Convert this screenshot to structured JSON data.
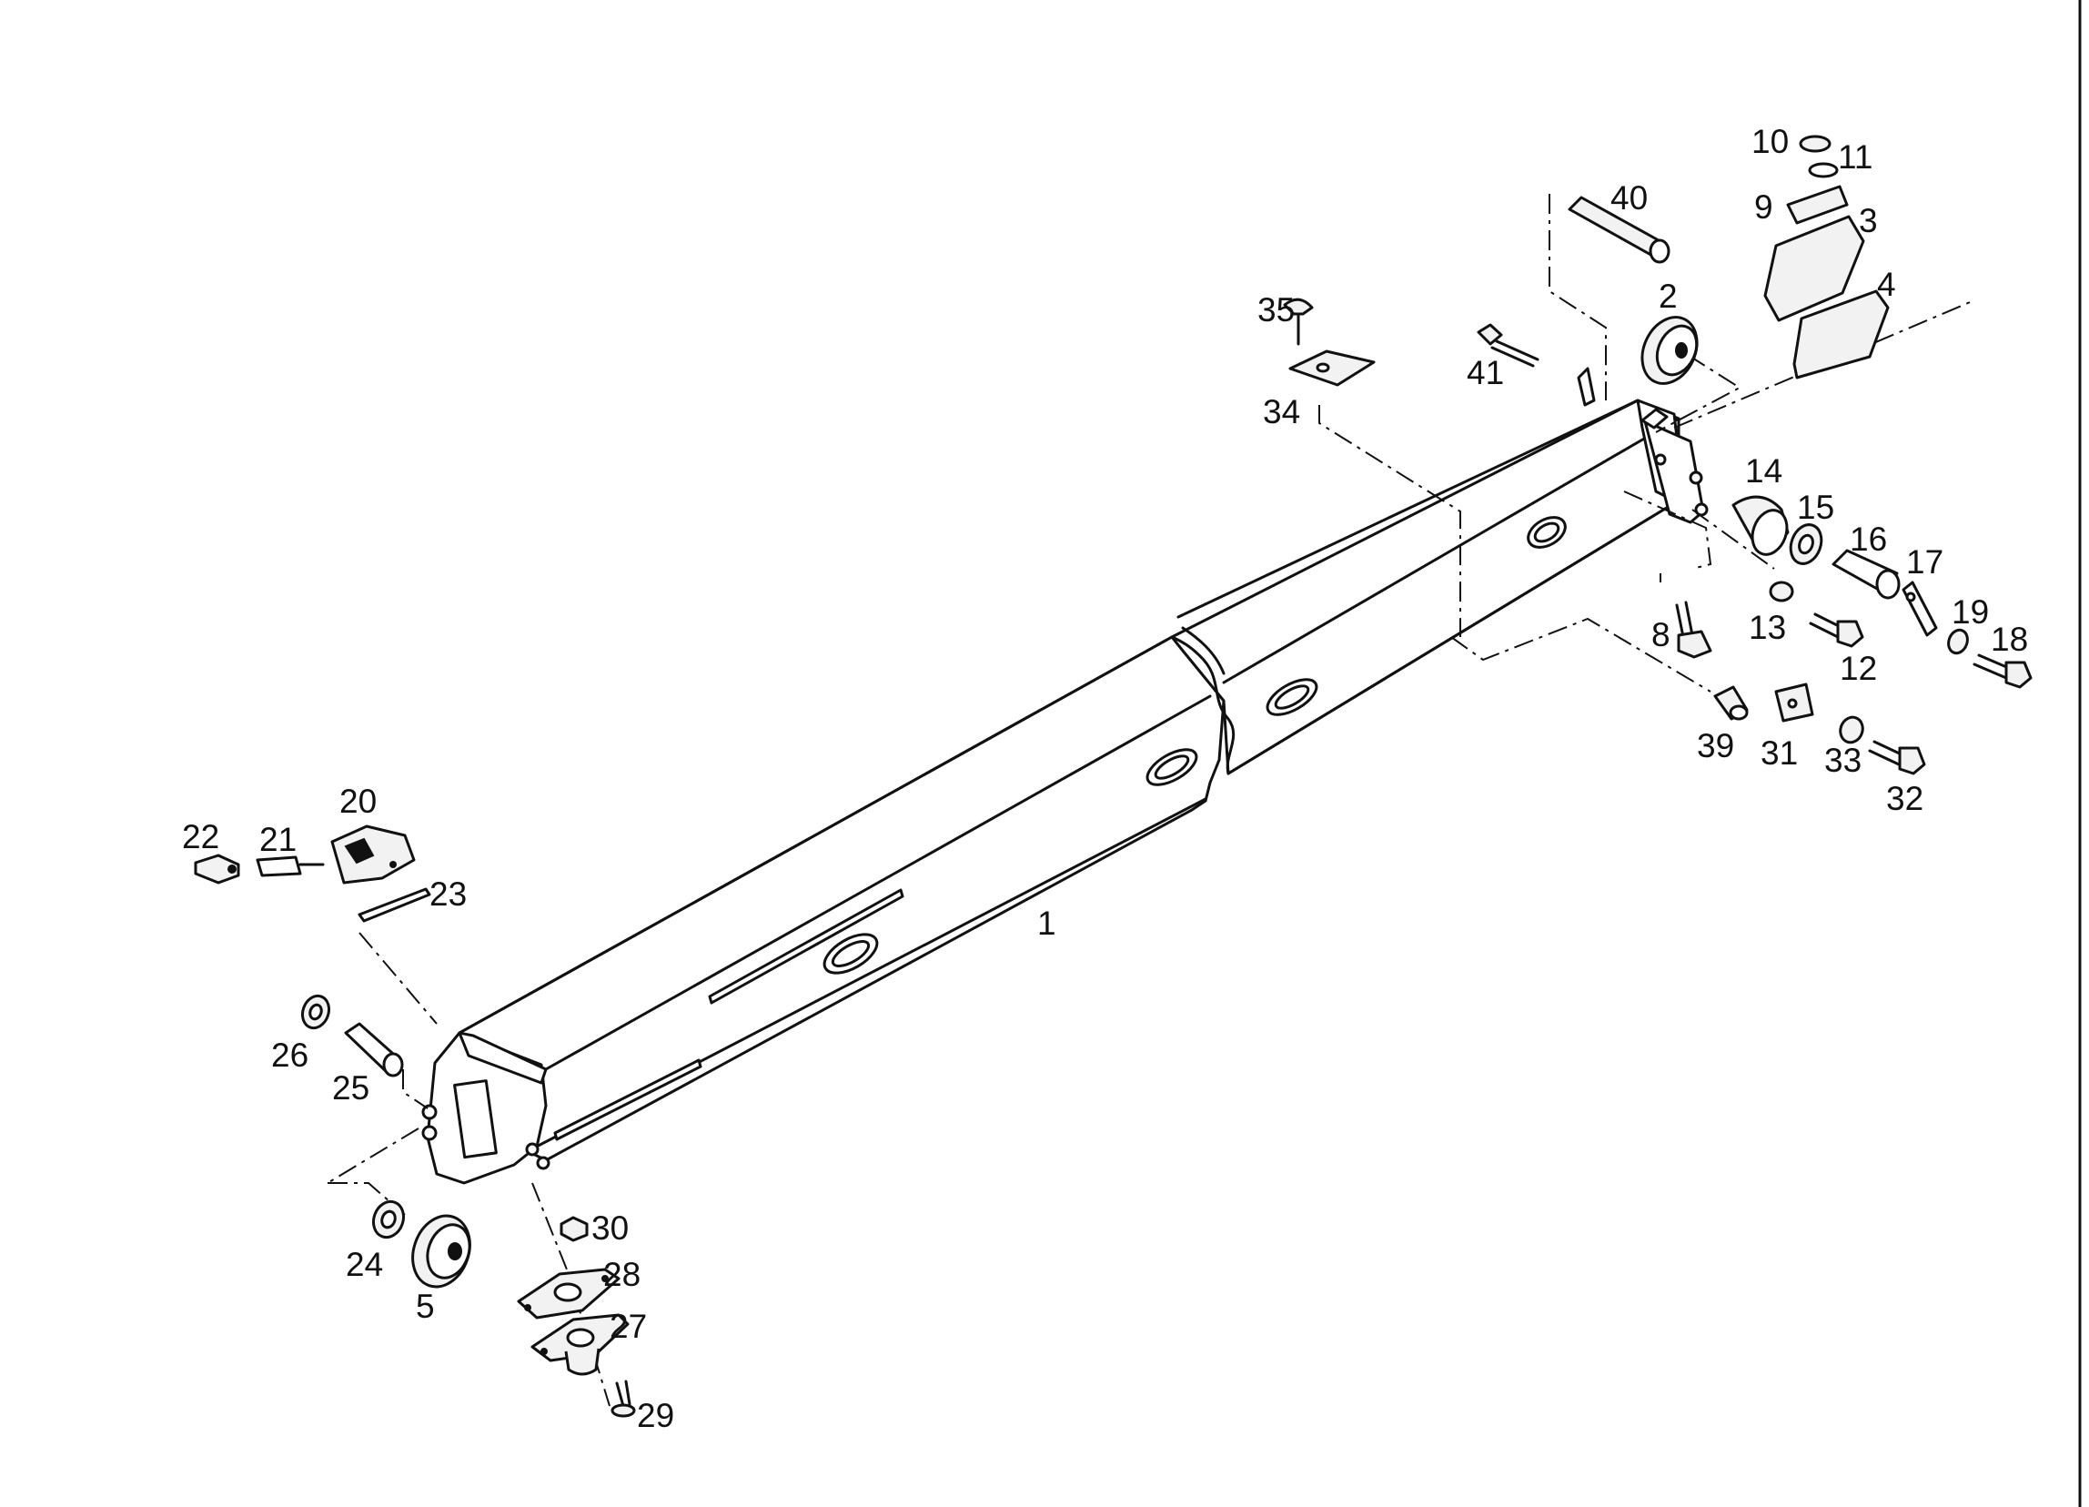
{
  "callouts": {
    "c1": "1",
    "c2": "2",
    "c3": "3",
    "c4": "4",
    "c5": "5",
    "c8": "8",
    "c9": "9",
    "c10": "10",
    "c11": "11",
    "c12": "12",
    "c13": "13",
    "c14": "14",
    "c15": "15",
    "c16": "16",
    "c17": "17",
    "c18": "18",
    "c19": "19",
    "c20": "20",
    "c21": "21",
    "c22": "22",
    "c23": "23",
    "c24": "24",
    "c25": "25",
    "c26": "26",
    "c27": "27",
    "c28": "28",
    "c29": "29",
    "c30": "30",
    "c31": "31",
    "c32": "32",
    "c33": "33",
    "c34": "34",
    "c35": "35",
    "c39": "39",
    "c40": "40",
    "c41": "41"
  }
}
